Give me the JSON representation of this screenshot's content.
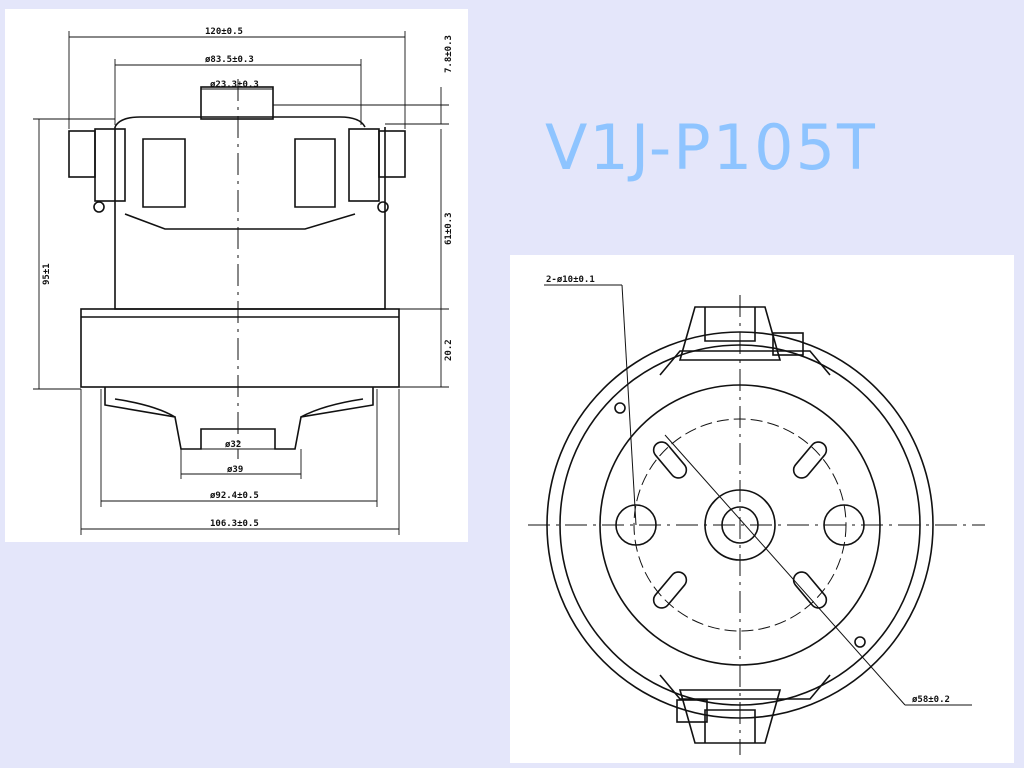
{
  "title": "V1J-P105T",
  "side_view": {
    "dimensions": {
      "overall_width": "120±0.5",
      "top_dia": "ø83.5±0.3",
      "shaft_dia": "ø23.3±0.3",
      "top_height": "7.8±0.3",
      "total_height": "95±1",
      "body_height": "61±0.3",
      "base_height": "20.2",
      "inlet_dia": "ø32",
      "inner_dia": "ø39",
      "bottom_dia": "ø92.4±0.5",
      "base_dia": "106.3±0.5"
    }
  },
  "top_view": {
    "dimensions": {
      "holes": "2-ø10±0.1",
      "pcd": "ø58±0.2"
    }
  }
}
